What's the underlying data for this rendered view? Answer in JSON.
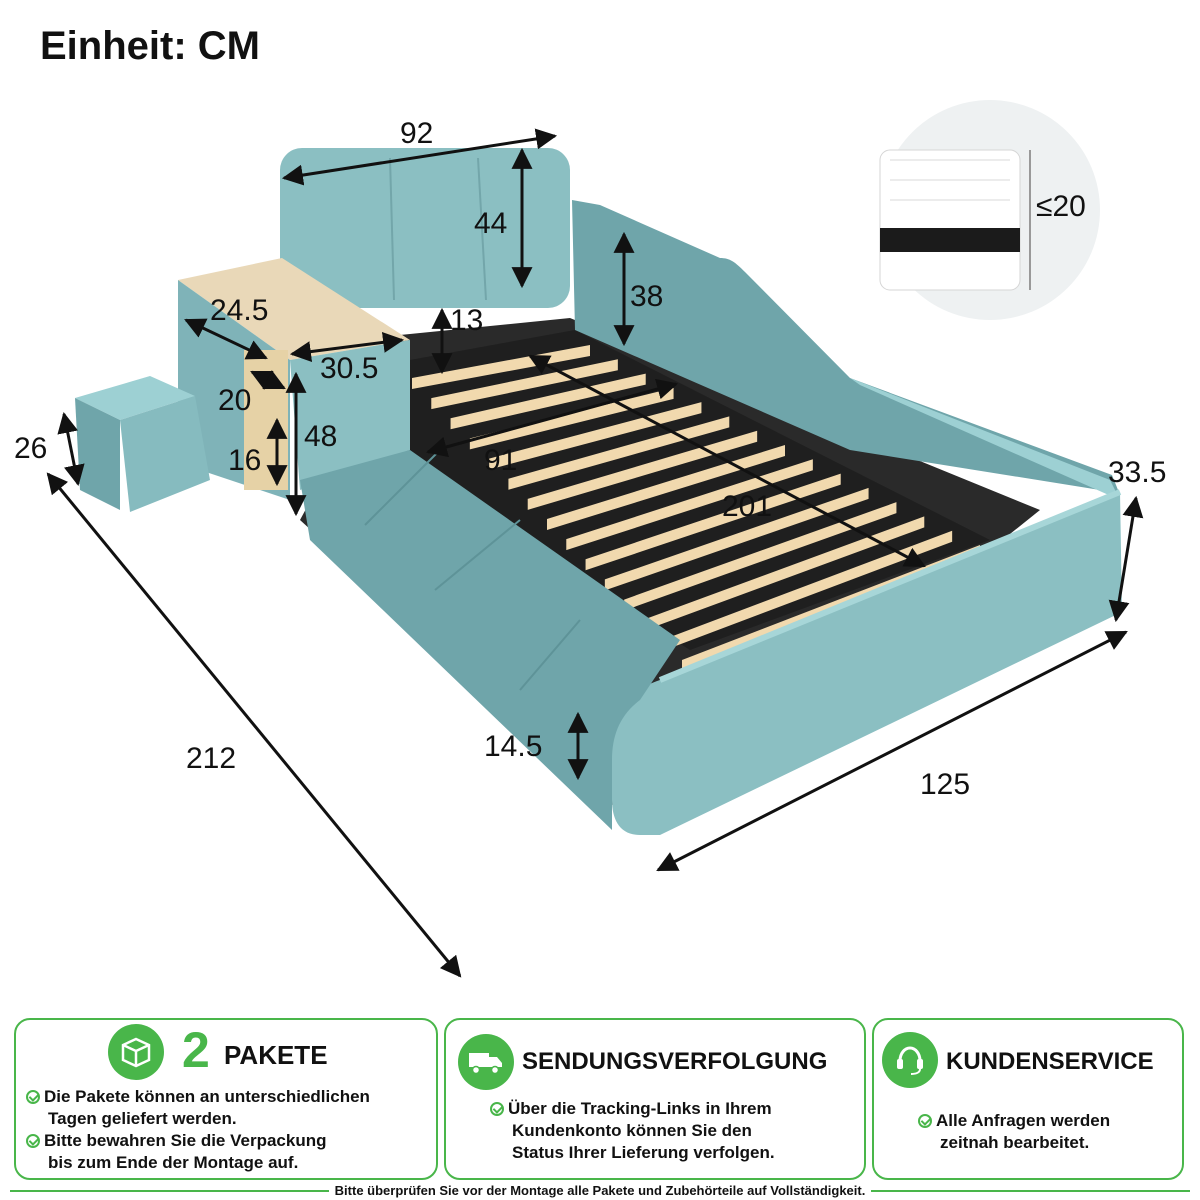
{
  "header": {
    "unit_label": "Einheit: CM"
  },
  "dimensions": {
    "headboard_width": "92",
    "headboard_height": "44",
    "side_height": "38",
    "under_gap": "13",
    "shelf_depth": "24.5",
    "shelf_width": "30.5",
    "shelf_inner": "20",
    "shelf_height": "48",
    "shelf_lower": "16",
    "stool_height": "26",
    "slat_width": "91",
    "slat_length": "201",
    "total_length": "212",
    "total_width": "125",
    "foot_height": "33.5",
    "front_height": "14.5",
    "mattress_max": "≤20"
  },
  "colors": {
    "accent": "#49b64a",
    "velvet": "#7fb3b8",
    "slats": "#f1d9ae"
  },
  "cards": [
    {
      "icon": "package-icon",
      "number": "2",
      "title": "PAKETE",
      "lines": [
        "Die Pakete können an unterschiedlichen",
        "Tagen geliefert werden.",
        "Bitte bewahren Sie die Verpackung",
        "bis zum Ende der Montage auf."
      ]
    },
    {
      "icon": "delivery-truck-icon",
      "title": "SENDUNGSVERFOLGUNG",
      "lines": [
        "Über die Tracking-Links in Ihrem",
        "Kundenkonto können Sie den",
        "Status Ihrer Lieferung verfolgen."
      ]
    },
    {
      "icon": "headset-icon",
      "title": "KUNDENSERVICE",
      "lines": [
        "Alle Anfragen werden",
        "zeitnah bearbeitet."
      ]
    }
  ],
  "footer": {
    "note": "Bitte überprüfen Sie vor der Montage alle Pakete und Zubehörteile auf Vollständigkeit."
  }
}
